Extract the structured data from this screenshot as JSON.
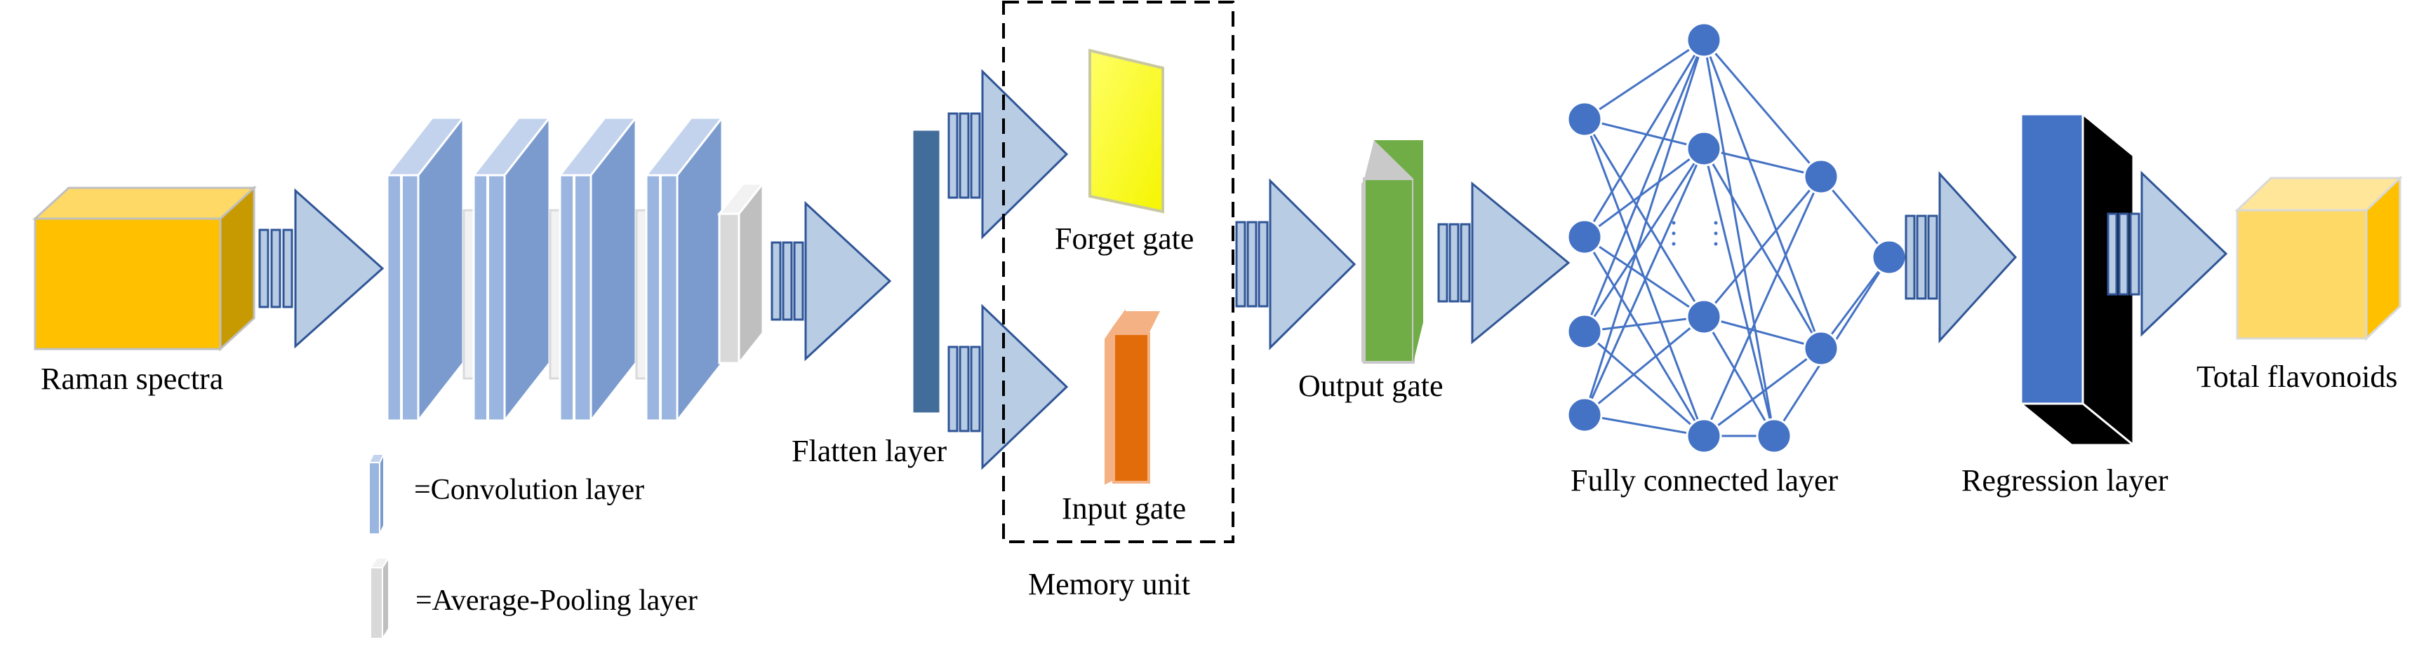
{
  "labels": {
    "raman_spectra": "Raman spectra",
    "flatten_layer": "Flatten layer",
    "forget_gate": "Forget gate",
    "input_gate": "Input gate",
    "memory_unit": "Memory unit",
    "output_gate": "Output gate",
    "fully_connected_layer": "Fully connected layer",
    "regression_layer": "Regression layer",
    "total_flavonoids": "Total flavonoids"
  },
  "legend": {
    "convolution": "=Convolution layer",
    "pooling": "=Average-Pooling layer"
  },
  "colors": {
    "input_cube": "#ffc000",
    "output_cube": "#ffd966",
    "conv_layer": "#9ab5e0",
    "pool_layer": "#d9d9d9",
    "arrow_fill": "#b8cce4",
    "arrow_stroke": "#2f5597",
    "flatten_bar": "#426c9a",
    "forget_gate": "#ffff00",
    "input_gate": "#e36c0a",
    "output_gate": "#70ad47",
    "fc_node": "#4472c4",
    "regression_front": "#4472c4",
    "regression_side": "#000000"
  }
}
